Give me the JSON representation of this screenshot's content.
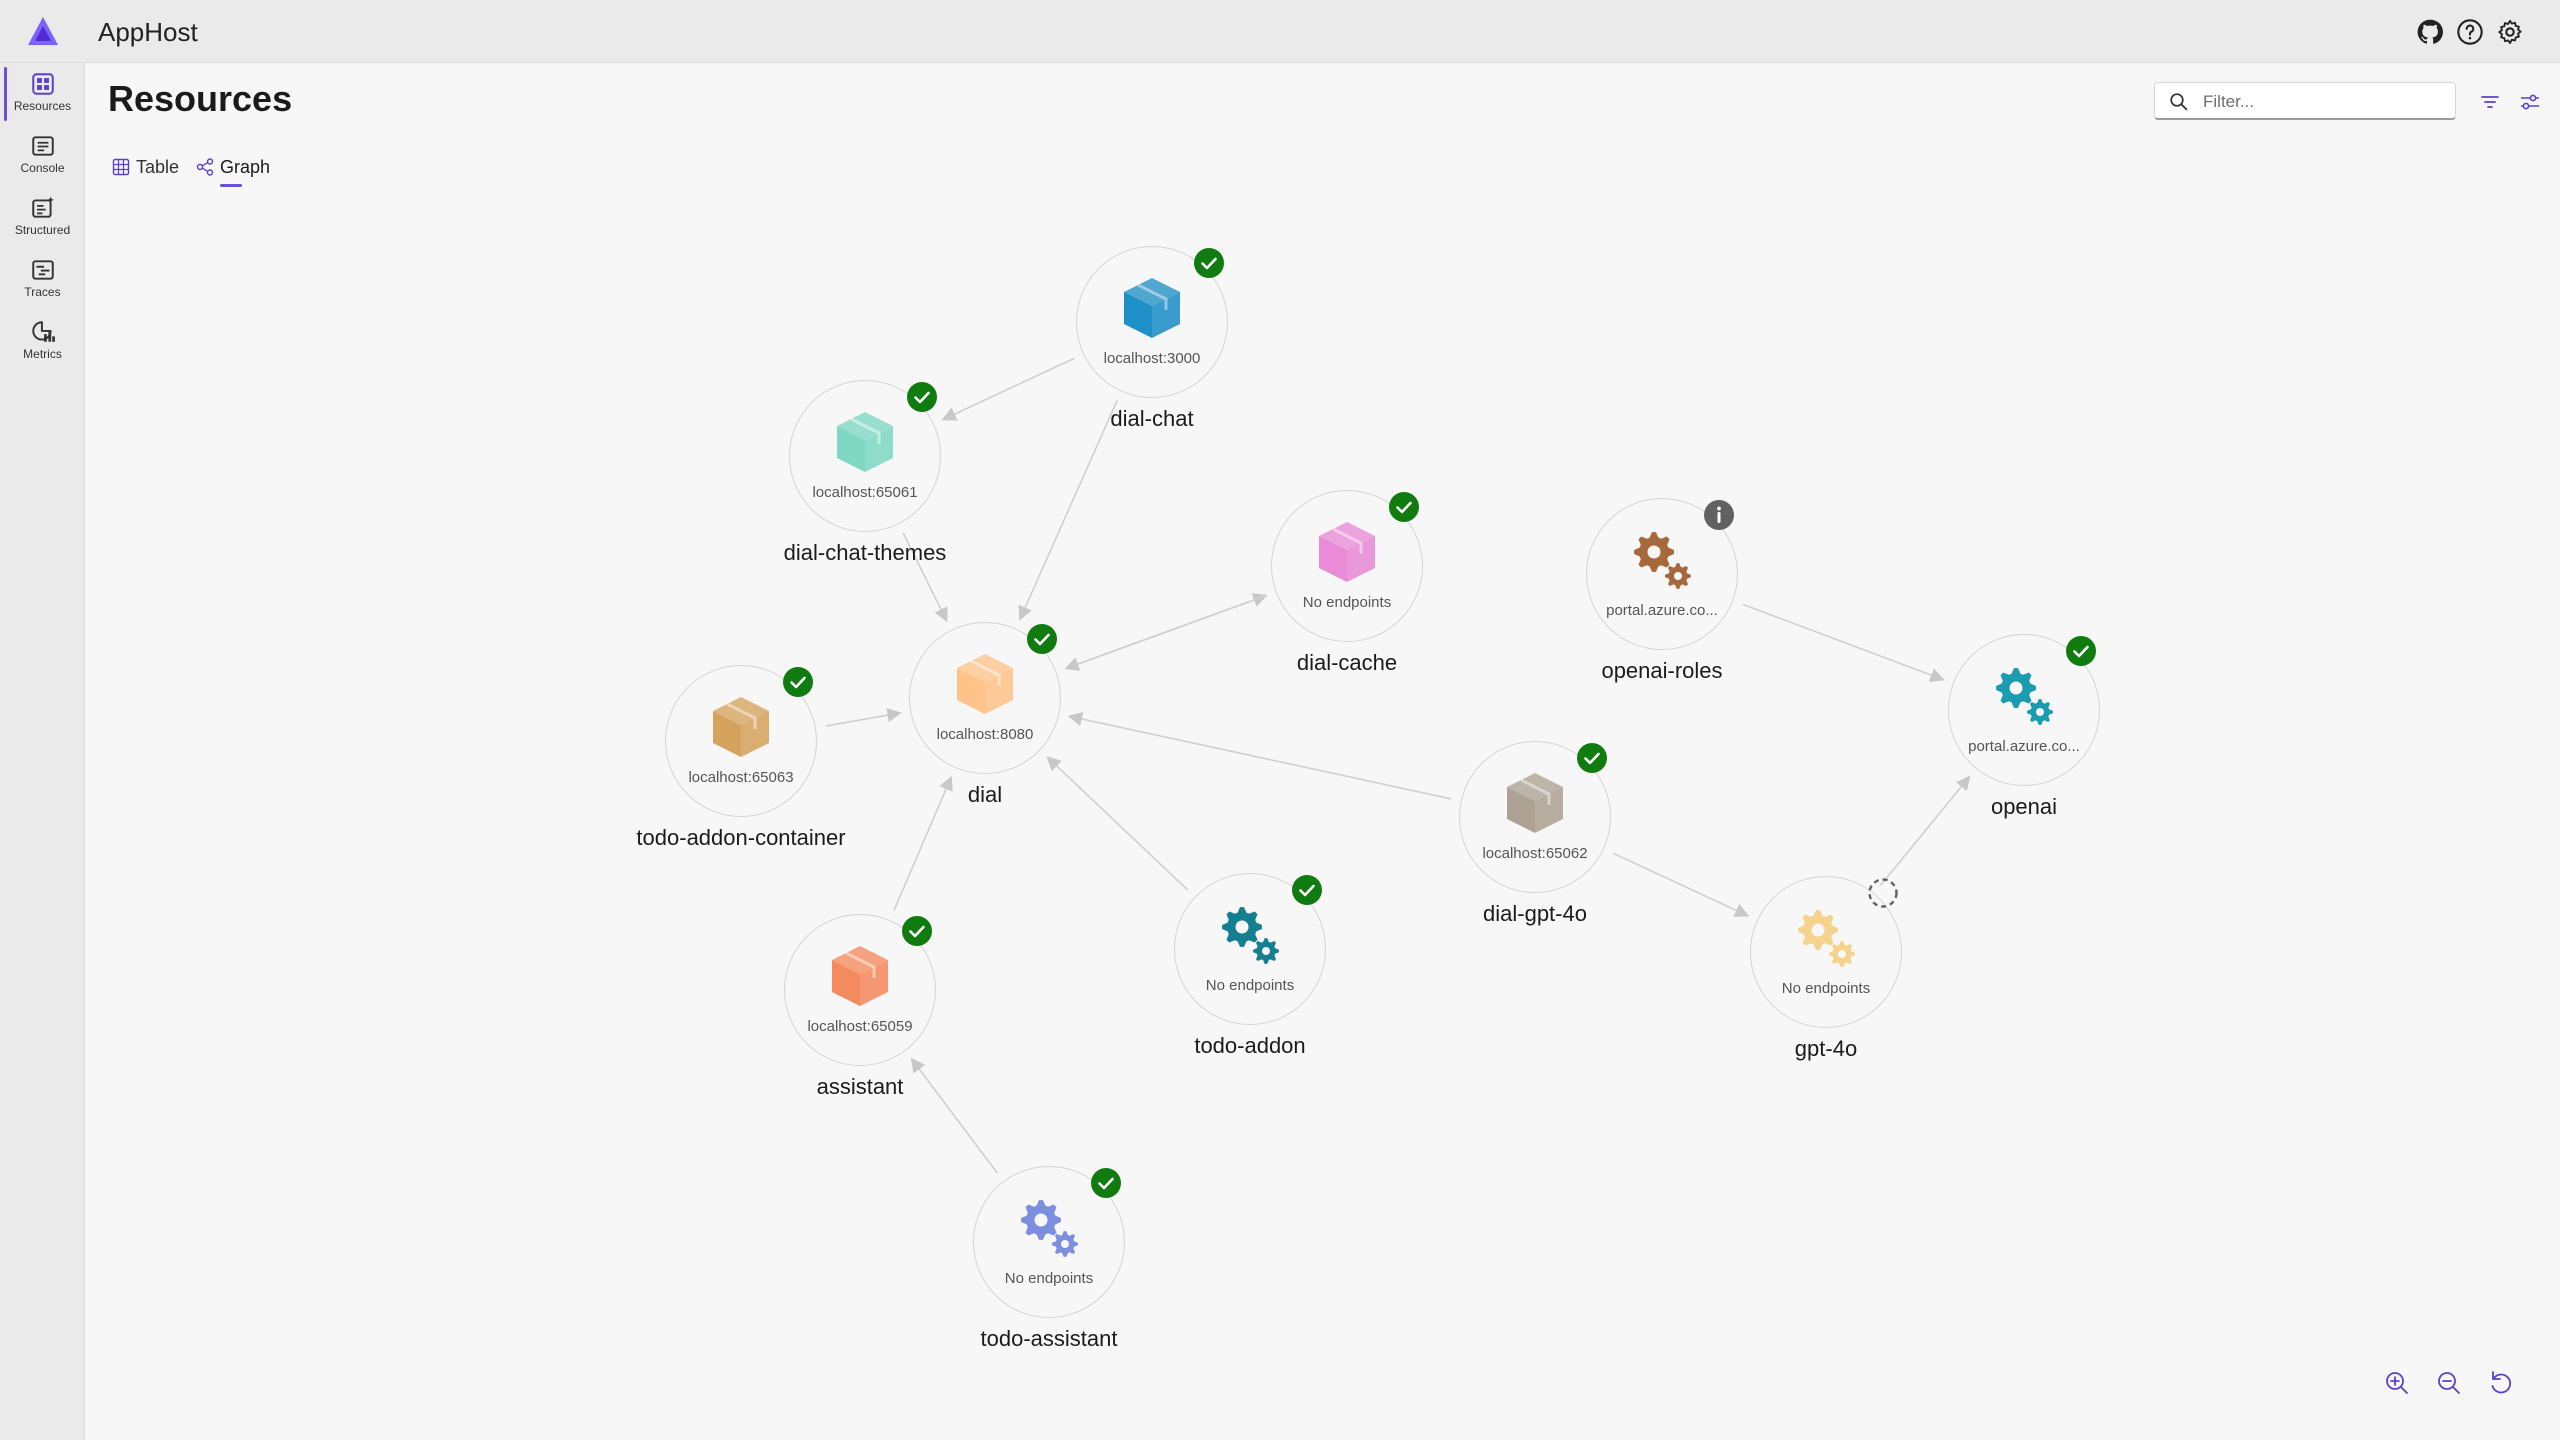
{
  "app": {
    "title": "AppHost",
    "accent": "#6b4fd8"
  },
  "topbar": {
    "icons": [
      "github-icon",
      "help-icon",
      "settings-icon"
    ]
  },
  "sidebar": {
    "items": [
      {
        "label": "Resources",
        "icon": "resources-icon",
        "active": true
      },
      {
        "label": "Console",
        "icon": "console-icon",
        "active": false
      },
      {
        "label": "Structured",
        "icon": "structured-icon",
        "active": false
      },
      {
        "label": "Traces",
        "icon": "traces-icon",
        "active": false
      },
      {
        "label": "Metrics",
        "icon": "metrics-icon",
        "active": false
      }
    ]
  },
  "page": {
    "title": "Resources",
    "tabs": [
      {
        "label": "Table",
        "icon": "table-icon",
        "active": false
      },
      {
        "label": "Graph",
        "icon": "graph-icon",
        "active": true
      }
    ],
    "filter": {
      "placeholder": "Filter...",
      "value": ""
    }
  },
  "graph": {
    "nodes": [
      {
        "id": "dial-chat",
        "name": "dial-chat",
        "endpoint": "localhost:3000",
        "type": "container",
        "color": "#1f8fc7",
        "status": "running"
      },
      {
        "id": "dial-chat-themes",
        "name": "dial-chat-themes",
        "endpoint": "localhost:65061",
        "type": "container",
        "color": "#7fd8c4",
        "status": "running"
      },
      {
        "id": "dial-cache",
        "name": "dial-cache",
        "endpoint": "No endpoints",
        "type": "container",
        "color": "#e98bd6",
        "status": "running"
      },
      {
        "id": "dial",
        "name": "dial",
        "endpoint": "localhost:8080",
        "type": "container",
        "color": "#ffc38a",
        "status": "running"
      },
      {
        "id": "todo-addon-container",
        "name": "todo-addon-container",
        "endpoint": "localhost:65063",
        "type": "container",
        "color": "#d6a35e",
        "status": "running"
      },
      {
        "id": "openai-roles",
        "name": "openai-roles",
        "endpoint": "portal.azure.co...",
        "type": "azure",
        "color": "#a6693c",
        "status": "info"
      },
      {
        "id": "openai",
        "name": "openai",
        "endpoint": "portal.azure.co...",
        "type": "azure",
        "color": "#1a9bb0",
        "status": "running"
      },
      {
        "id": "dial-gpt-4o",
        "name": "dial-gpt-4o",
        "endpoint": "localhost:65062",
        "type": "container",
        "color": "#aea393",
        "status": "running"
      },
      {
        "id": "gpt-4o",
        "name": "gpt-4o",
        "endpoint": "No endpoints",
        "type": "azure",
        "color": "#f5d38c",
        "status": "pending"
      },
      {
        "id": "todo-addon",
        "name": "todo-addon",
        "endpoint": "No endpoints",
        "type": "azure",
        "color": "#14808f",
        "status": "running"
      },
      {
        "id": "assistant",
        "name": "assistant",
        "endpoint": "localhost:65059",
        "type": "container",
        "color": "#f58a5e",
        "status": "running"
      },
      {
        "id": "todo-assistant",
        "name": "todo-assistant",
        "endpoint": "No endpoints",
        "type": "azure",
        "color": "#7c8fde",
        "status": "running"
      }
    ],
    "edges": [
      [
        "dial-chat",
        "dial-chat-themes"
      ],
      [
        "dial-chat",
        "dial"
      ],
      [
        "dial-chat-themes",
        "dial"
      ],
      [
        "dial",
        "dial-cache"
      ],
      [
        "dial-cache",
        "dial"
      ],
      [
        "todo-addon-container",
        "dial"
      ],
      [
        "dial-gpt-4o",
        "dial"
      ],
      [
        "dial-gpt-4o",
        "gpt-4o"
      ],
      [
        "gpt-4o",
        "openai"
      ],
      [
        "openai-roles",
        "openai"
      ],
      [
        "todo-addon",
        "dial"
      ],
      [
        "assistant",
        "dial"
      ],
      [
        "todo-assistant",
        "assistant"
      ]
    ]
  },
  "colors": {
    "running": "#107c10",
    "info": "#616161",
    "pending": "#616161",
    "edge": "#cfcfcf"
  },
  "zoom_controls": [
    "zoom-in-icon",
    "zoom-out-icon",
    "reset-view-icon"
  ]
}
